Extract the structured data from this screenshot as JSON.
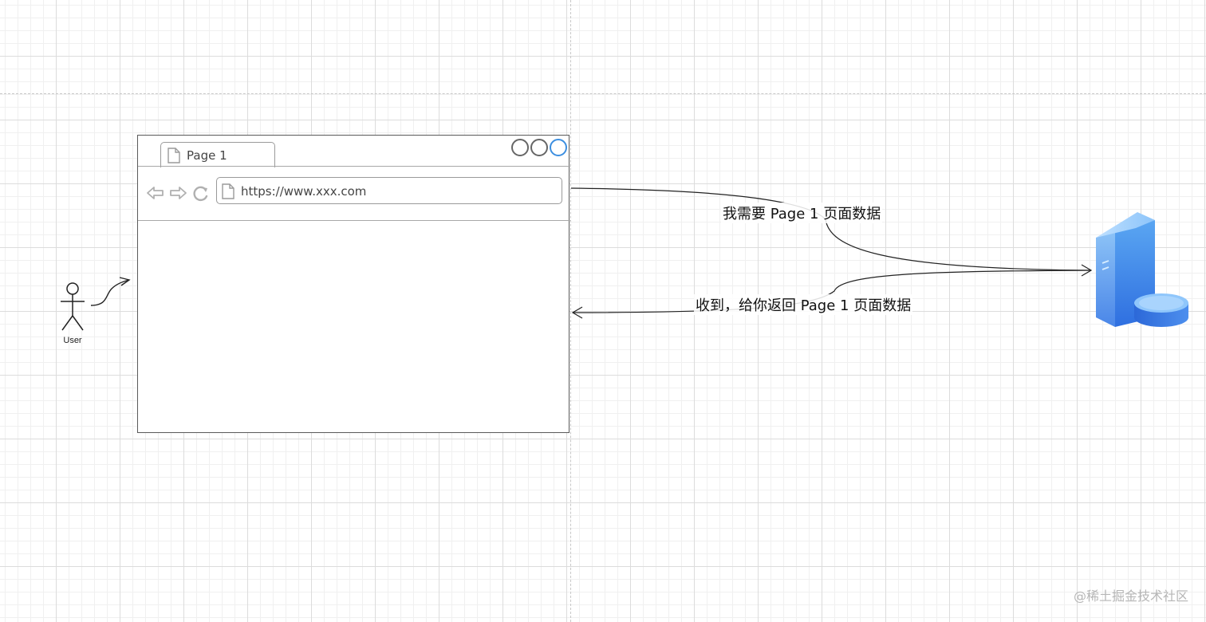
{
  "browser": {
    "tab_label": "Page 1",
    "address": "https://www.xxx.com",
    "icons": [
      "page-icon",
      "back-arrow-icon",
      "forward-arrow-icon",
      "refresh-icon",
      "window-control-icon"
    ]
  },
  "user": {
    "label": "User",
    "icon": "stick-figure-icon"
  },
  "messages": {
    "request": "我需要 Page 1 页面数据",
    "response": "收到，给你返回 Page 1 页面数据"
  },
  "server": {
    "icon": "server-database-icon",
    "colors": [
      "#3d7fe6",
      "#7fb8f5"
    ]
  },
  "watermark": "@稀土掘金技术社区"
}
